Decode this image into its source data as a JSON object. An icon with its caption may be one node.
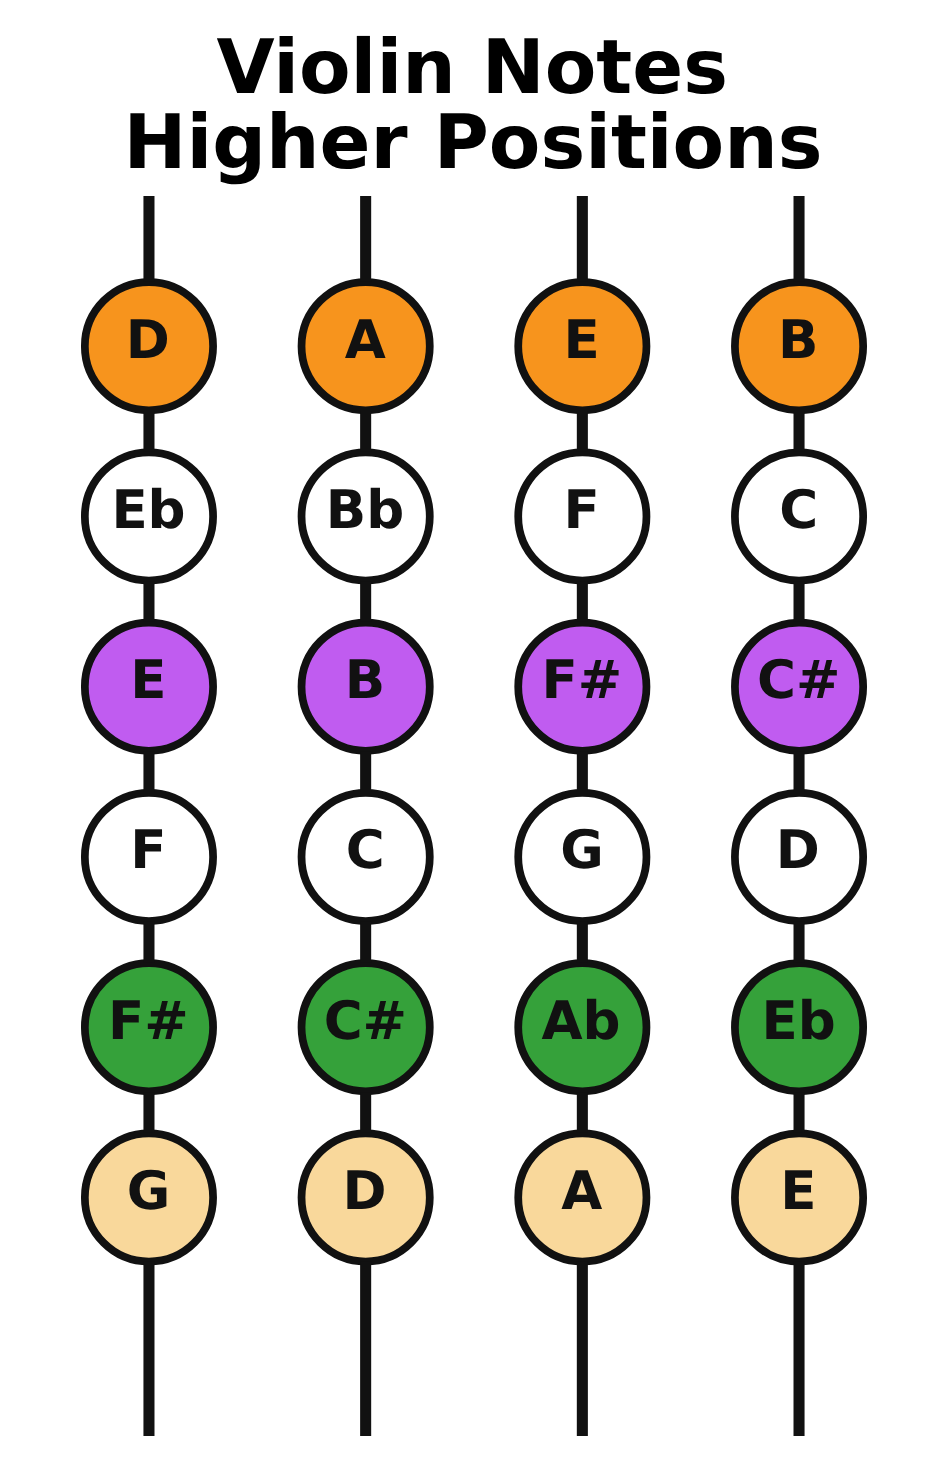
{
  "diagram": {
    "title": "Violin Notes Higher Positions",
    "nodes": [
      {
        "text": [
          "D"
        ]
      },
      {
        "text": [
          "A"
        ]
      },
      {
        "text": [
          "E"
        ]
      },
      {
        "text": [
          "B"
        ]
      },
      {
        "text": [
          "Eb"
        ]
      },
      {
        "text": [
          "Bb"
        ]
      },
      {
        "text": [
          "F"
        ]
      },
      {
        "text": [
          "C"
        ]
      },
      {
        "text": [
          "E"
        ]
      },
      {
        "text": [
          "B"
        ]
      },
      {
        "text": [
          "F#"
        ]
      },
      {
        "text": [
          "C#"
        ]
      },
      {
        "text": [
          "F"
        ]
      },
      {
        "text": [
          "C"
        ]
      },
      {
        "text": [
          "G"
        ]
      },
      {
        "text": [
          "D"
        ]
      },
      {
        "text": [
          "F#"
        ]
      },
      {
        "text": [
          "C#"
        ]
      },
      {
        "text": [
          "Ab"
        ]
      },
      {
        "text": [
          "Eb"
        ]
      },
      {
        "text": [
          "G"
        ]
      },
      {
        "text": [
          "D"
        ]
      },
      {
        "text": [
          "A"
        ]
      },
      {
        "text": [
          "E"
        ]
      }
    ],
    "edges": [
      {
        "from": null,
        "to": 0,
        "arrow": "none"
      },
      {
        "from": 0,
        "to": 4,
        "arrow": "none"
      },
      {
        "from": 4,
        "to": 8,
        "arrow": "none"
      },
      {
        "from": 8,
        "to": 12,
        "arrow": "none"
      },
      {
        "from": 12,
        "to": 16,
        "arrow": "none"
      },
      {
        "from": 16,
        "to": 20,
        "arrow": "none"
      },
      {
        "from": 20,
        "to": null,
        "arrow": "none"
      },
      {
        "from": null,
        "to": 1,
        "arrow": "none"
      },
      {
        "from": 1,
        "to": 5,
        "arrow": "none"
      },
      {
        "from": 5,
        "to": 9,
        "arrow": "none"
      },
      {
        "from": 9,
        "to": 13,
        "arrow": "none"
      },
      {
        "from": 13,
        "to": 17,
        "arrow": "none"
      },
      {
        "from": 17,
        "to": 21,
        "arrow": "none"
      },
      {
        "from": 21,
        "to": null,
        "arrow": "none"
      },
      {
        "from": null,
        "to": 2,
        "arrow": "none"
      },
      {
        "from": 2,
        "to": 6,
        "arrow": "none"
      },
      {
        "from": 6,
        "to": 10,
        "arrow": "none"
      },
      {
        "from": 10,
        "to": 14,
        "arrow": "none"
      },
      {
        "from": 14,
        "to": 18,
        "arrow": "none"
      },
      {
        "from": 18,
        "to": 22,
        "arrow": "none"
      },
      {
        "from": 22,
        "to": null,
        "arrow": "none"
      },
      {
        "from": null,
        "to": 3,
        "arrow": "none"
      },
      {
        "from": 3,
        "to": 7,
        "arrow": "none"
      },
      {
        "from": 7,
        "to": 11,
        "arrow": "none"
      },
      {
        "from": 11,
        "to": 15,
        "arrow": "none"
      },
      {
        "from": 15,
        "to": 19,
        "arrow": "none"
      },
      {
        "from": 19,
        "to": 23,
        "arrow": "none"
      },
      {
        "from": 23,
        "to": null,
        "arrow": "none"
      }
    ]
  }
}
